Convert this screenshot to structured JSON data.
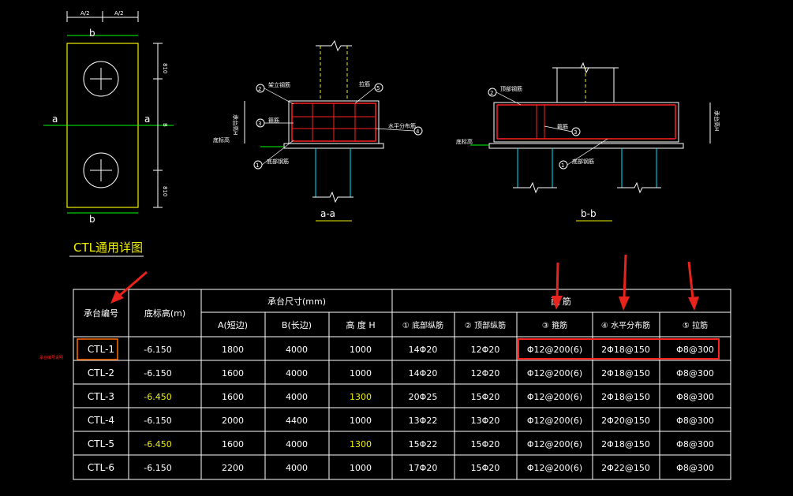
{
  "colors": {
    "background": "#000000",
    "line": "#ffffff",
    "yellow": "#f0f000",
    "green": "#00ff00",
    "red": "#ff2020",
    "cyan": "#00e5ff",
    "orange": "#ff6a00",
    "arrow": "#e8221c"
  },
  "plan": {
    "dim_a_half": "A/2",
    "dim_a_half2": "A/2",
    "dim_b": "B",
    "dim_810_top": "810",
    "dim_810_bot": "810",
    "sec_label_b_top": "b",
    "sec_label_b_bot": "b",
    "sec_label_a_left": "a",
    "sec_label_a_right": "a"
  },
  "section_a": {
    "caption": "a-a",
    "labels": {
      "l2": "架立钢筋",
      "l3": "箍筋",
      "l1": "底部钢筋",
      "l5": "拉筋",
      "l4": "水平分布筋",
      "cover": "底标高",
      "height": "承台高H"
    },
    "markers": {
      "m1": "1",
      "m2": "2",
      "m3": "3",
      "m4": "4",
      "m5": "5"
    }
  },
  "section_b": {
    "caption": "b-b",
    "labels": {
      "l2": "顶部钢筋",
      "l3": "箍筋",
      "l1": "底部钢筋",
      "cover": "底标高",
      "height": "承台高H"
    },
    "markers": {
      "m1": "1",
      "m2": "2",
      "m3": "3"
    }
  },
  "detail_title": "CTL通用详图",
  "side_note": "承台编号说明",
  "table": {
    "header": {
      "col_id": "承台编号",
      "col_elev": "底标高(m)",
      "group_size": "承台尺寸(mm)",
      "group_rebar": "配 筋",
      "col_a": "A(短边)",
      "col_b": "B(长边)",
      "col_h": "高 度 H",
      "col_r1": "① 底部纵筋",
      "col_r2": "② 顶部纵筋",
      "col_r3": "③ 箍筋",
      "col_r4": "④ 水平分布筋",
      "col_r5": "⑤ 拉筋"
    },
    "rows": [
      {
        "id": "CTL-1",
        "elev": "-6.150",
        "a": "1800",
        "b": "4000",
        "h": "1000",
        "r1": "14Φ20",
        "r2": "12Φ20",
        "r3": "Φ12@200(6)",
        "r4": "2Φ18@150",
        "r5": "Φ8@300",
        "elev_highlight": false,
        "h_highlight": false
      },
      {
        "id": "CTL-2",
        "elev": "-6.150",
        "a": "1600",
        "b": "4000",
        "h": "1000",
        "r1": "14Φ20",
        "r2": "12Φ20",
        "r3": "Φ12@200(6)",
        "r4": "2Φ18@150",
        "r5": "Φ8@300",
        "elev_highlight": false,
        "h_highlight": false
      },
      {
        "id": "CTL-3",
        "elev": "-6.450",
        "a": "1600",
        "b": "4000",
        "h": "1300",
        "r1": "20Φ25",
        "r2": "15Φ20",
        "r3": "Φ12@200(6)",
        "r4": "2Φ18@150",
        "r5": "Φ8@300",
        "elev_highlight": true,
        "h_highlight": true
      },
      {
        "id": "CTL-4",
        "elev": "-6.150",
        "a": "2000",
        "b": "4400",
        "h": "1000",
        "r1": "13Φ22",
        "r2": "13Φ20",
        "r3": "Φ12@200(6)",
        "r4": "2Φ20@150",
        "r5": "Φ8@300",
        "elev_highlight": false,
        "h_highlight": false
      },
      {
        "id": "CTL-5",
        "elev": "-6.450",
        "a": "1600",
        "b": "4000",
        "h": "1300",
        "r1": "15Φ22",
        "r2": "15Φ20",
        "r3": "Φ12@200(6)",
        "r4": "2Φ18@150",
        "r5": "Φ8@300",
        "elev_highlight": true,
        "h_highlight": true
      },
      {
        "id": "CTL-6",
        "elev": "-6.150",
        "a": "2200",
        "b": "4000",
        "h": "1000",
        "r1": "17Φ20",
        "r2": "15Φ20",
        "r3": "Φ12@200(6)",
        "r4": "2Φ22@150",
        "r5": "Φ8@300",
        "elev_highlight": false,
        "h_highlight": false
      }
    ]
  }
}
